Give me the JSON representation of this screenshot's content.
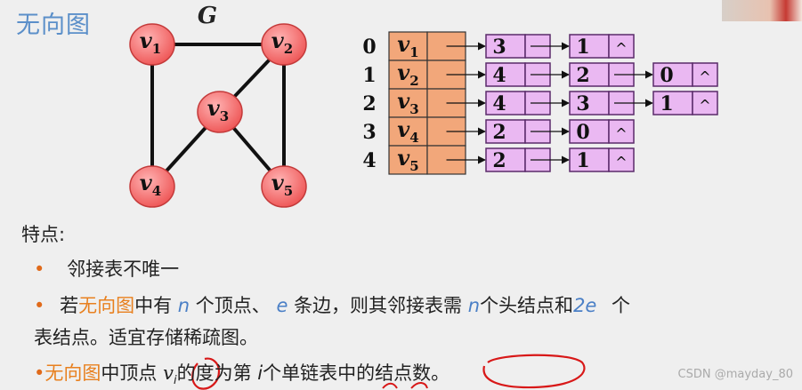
{
  "title": "无向图",
  "graph": {
    "name": "G",
    "vertices": [
      {
        "base": "v",
        "sub": "1"
      },
      {
        "base": "v",
        "sub": "2"
      },
      {
        "base": "v",
        "sub": "3"
      },
      {
        "base": "v",
        "sub": "4"
      },
      {
        "base": "v",
        "sub": "5"
      }
    ],
    "edges": [
      [
        0,
        1
      ],
      [
        0,
        3
      ],
      [
        1,
        2
      ],
      [
        1,
        4
      ],
      [
        2,
        3
      ],
      [
        2,
        4
      ]
    ],
    "colors": {
      "vertex_fill": "#ef5a5a",
      "vertex_stroke": "#c43a3a",
      "edge": "#111111"
    }
  },
  "adjacency": {
    "indices": [
      "0",
      "1",
      "2",
      "3",
      "4"
    ],
    "head_labels": [
      {
        "base": "v",
        "sub": "1"
      },
      {
        "base": "v",
        "sub": "2"
      },
      {
        "base": "v",
        "sub": "3"
      },
      {
        "base": "v",
        "sub": "4"
      },
      {
        "base": "v",
        "sub": "5"
      }
    ],
    "lists": [
      [
        "3",
        "1"
      ],
      [
        "4",
        "2",
        "0"
      ],
      [
        "4",
        "3",
        "1"
      ],
      [
        "2",
        "0"
      ],
      [
        "2",
        "1"
      ]
    ],
    "null_symbol": "^",
    "colors": {
      "head_fill": "#f2a77a",
      "node_fill": "#eab8f2",
      "node_stroke": "#5a2a6a"
    }
  },
  "text": {
    "features_title": "特点:",
    "bullet1": {
      "bullet": "•",
      "text": "邻接表不唯一"
    },
    "bullet2": {
      "bullet": "•",
      "p1": "若",
      "p2": "无向图",
      "p3": "中有",
      "n1": "n",
      "p4": "个顶点、",
      "e": "e",
      "p5": "条边，则其邻接表需",
      "n2": "n",
      "p6": "个头结点和",
      "e2": "2e",
      "p7": "个",
      "line2": "表结点。适宜存储稀疏图。"
    },
    "bullet3": {
      "bullet": "•",
      "p1": "无向图",
      "p2": "中顶点",
      "v": "v",
      "vsub": "i",
      "p3": "的度为第",
      "i": "i",
      "p4": "个单链表中的结点数。"
    }
  },
  "watermark": "CSDN @mayday_80"
}
